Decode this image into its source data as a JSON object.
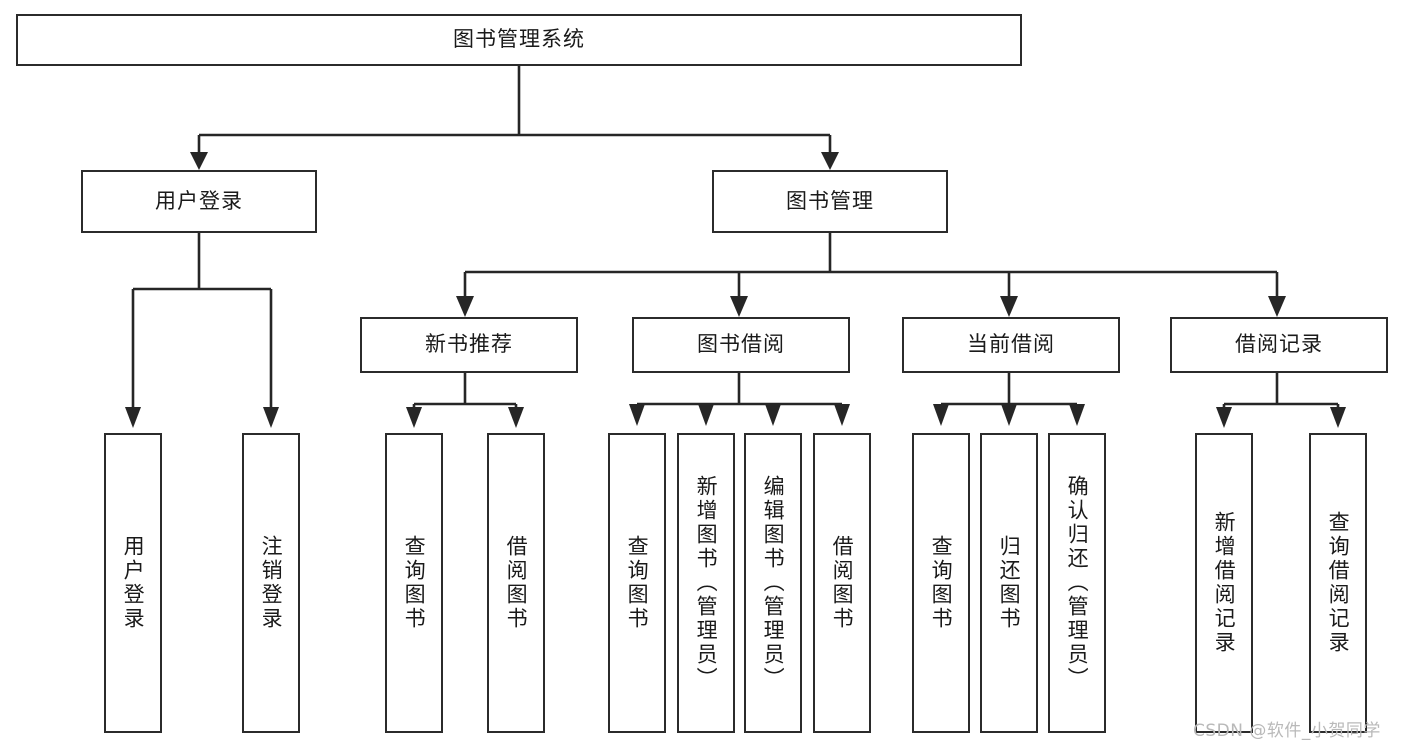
{
  "diagram": {
    "title": "图书管理系统",
    "type": "hierarchy-tree",
    "watermark": "CSDN @软件_小贺同学",
    "colors": {
      "box_border": "#2b2b2b",
      "connector": "#262626",
      "background": "#ffffff",
      "text": "#1a1a1a",
      "watermark": "#b9b9b9"
    },
    "levels": [
      {
        "level": 1,
        "nodes": [
          {
            "id": "root",
            "label": "图书管理系统",
            "orientation": "horizontal"
          }
        ]
      },
      {
        "level": 2,
        "nodes": [
          {
            "id": "user-login",
            "label": "用户登录",
            "orientation": "horizontal",
            "parent": "root"
          },
          {
            "id": "book-manage",
            "label": "图书管理",
            "orientation": "horizontal",
            "parent": "root"
          }
        ]
      },
      {
        "level": 3,
        "nodes": [
          {
            "id": "new-book-rec",
            "label": "新书推荐",
            "orientation": "horizontal",
            "parent": "book-manage"
          },
          {
            "id": "book-borrow",
            "label": "图书借阅",
            "orientation": "horizontal",
            "parent": "book-manage"
          },
          {
            "id": "current-borrow",
            "label": "当前借阅",
            "orientation": "horizontal",
            "parent": "book-manage"
          },
          {
            "id": "borrow-record",
            "label": "借阅记录",
            "orientation": "horizontal",
            "parent": "book-manage"
          }
        ]
      },
      {
        "level": 4,
        "nodes": [
          {
            "id": "leaf-user-login",
            "label": "用户登录",
            "orientation": "vertical",
            "parent": "user-login"
          },
          {
            "id": "leaf-logout",
            "label": "注销登录",
            "orientation": "vertical",
            "parent": "user-login"
          },
          {
            "id": "leaf-query-book-1",
            "label": "查询图书",
            "orientation": "vertical",
            "parent": "new-book-rec"
          },
          {
            "id": "leaf-borrow-book-1",
            "label": "借阅图书",
            "orientation": "vertical",
            "parent": "new-book-rec"
          },
          {
            "id": "leaf-query-book-2",
            "label": "查询图书",
            "orientation": "vertical",
            "parent": "book-borrow"
          },
          {
            "id": "leaf-add-book",
            "label": "新增图书（管理员）",
            "orientation": "vertical",
            "parent": "book-borrow"
          },
          {
            "id": "leaf-edit-book",
            "label": "编辑图书（管理员）",
            "orientation": "vertical",
            "parent": "book-borrow"
          },
          {
            "id": "leaf-borrow-book-2",
            "label": "借阅图书",
            "orientation": "vertical",
            "parent": "book-borrow"
          },
          {
            "id": "leaf-query-book-3",
            "label": "查询图书",
            "orientation": "vertical",
            "parent": "current-borrow"
          },
          {
            "id": "leaf-return-book",
            "label": "归还图书",
            "orientation": "vertical",
            "parent": "current-borrow"
          },
          {
            "id": "leaf-confirm-return",
            "label": "确认归还（管理员）",
            "orientation": "vertical",
            "parent": "current-borrow"
          },
          {
            "id": "leaf-add-record",
            "label": "新增借阅记录",
            "orientation": "vertical",
            "parent": "borrow-record"
          },
          {
            "id": "leaf-query-record",
            "label": "查询借阅记录",
            "orientation": "vertical",
            "parent": "borrow-record"
          }
        ]
      }
    ]
  }
}
